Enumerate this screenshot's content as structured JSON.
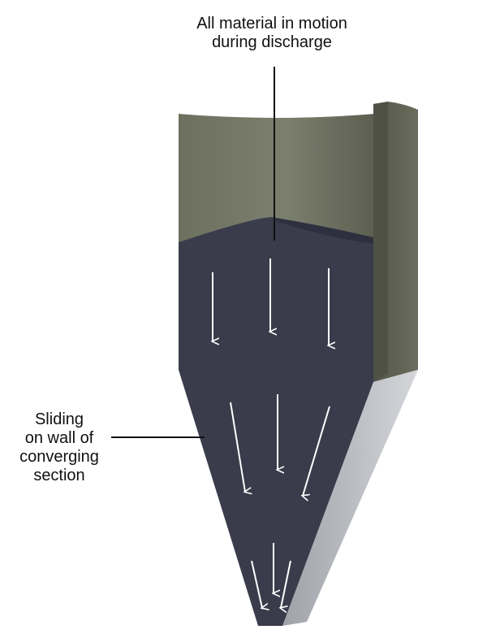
{
  "labels": {
    "top_line1": "All material in motion",
    "top_line2": "during discharge",
    "side_line1": "Sliding",
    "side_line2": "on wall of",
    "side_line3": "converging",
    "side_line4": "section"
  },
  "colors": {
    "silo_wall": "#6b6d5e",
    "silo_wall_light": "#7a7d6c",
    "silo_wall_dark": "#4a4c40",
    "material": "#3a3c4c",
    "material_dark": "#2e3040",
    "hopper_side": "#bfc1c6",
    "arrow": "#ffffff",
    "leader_line": "#111111"
  },
  "icons": [
    "down-arrow-icon"
  ]
}
